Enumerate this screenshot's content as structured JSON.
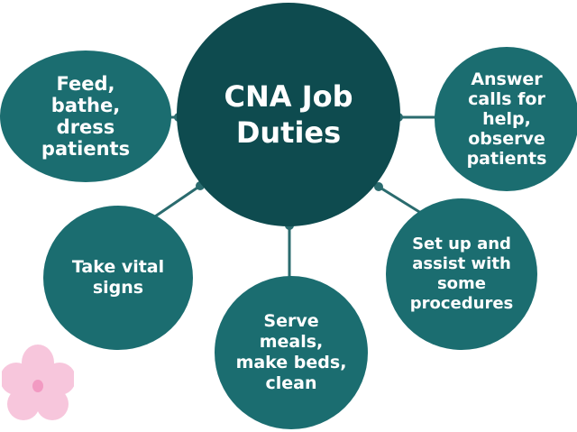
{
  "diagram": {
    "center": {
      "label": "CNA Job\nDuties"
    },
    "nodes": [
      {
        "id": "feed",
        "label": "Feed,\nbathe,\ndress\npatients"
      },
      {
        "id": "answer",
        "label": "Answer\ncalls for\nhelp,\nobserve\npatients"
      },
      {
        "id": "vital",
        "label": "Take vital\nsigns"
      },
      {
        "id": "setup",
        "label": "Set up and\nassist with\nsome\nprocedures"
      },
      {
        "id": "serve",
        "label": "Serve\nmeals,\nmake beds,\nclean"
      }
    ],
    "colors": {
      "center": "#0e4b4f",
      "node": "#1b6d70",
      "connector": "#2a6b6e",
      "text": "#ffffff",
      "flower": "#f7c6dc"
    }
  }
}
